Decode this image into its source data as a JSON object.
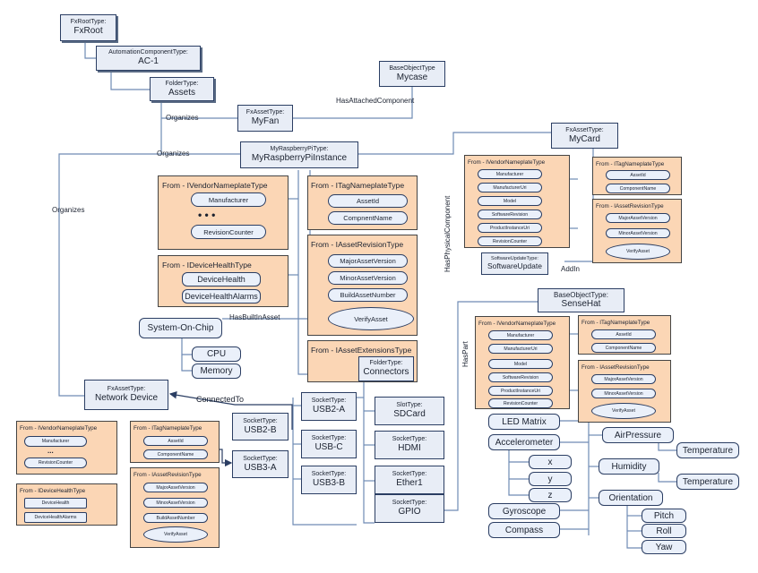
{
  "nodes": {
    "fxroot": {
      "type": "FxRootType:",
      "name": "FxRoot"
    },
    "ac1": {
      "type": "AutomationComponentType:",
      "name": "AC-1"
    },
    "assets": {
      "type": "FolderType:",
      "name": "Assets"
    },
    "mycase": {
      "type": "BaseObjectType",
      "name": "Mycase"
    },
    "myfan": {
      "type": "FxAssetType:",
      "name": "MyFan"
    },
    "mypi": {
      "type": "MyRaspberryPiType:",
      "name": "MyRaspberryPiInstance"
    },
    "mycard": {
      "type": "FxAssetType:",
      "name": "MyCard"
    },
    "softupdate": {
      "type": "SoftwareUpdateType:",
      "name": "SoftwareUpdate"
    },
    "sensehat": {
      "type": "BaseObjectType:",
      "name": "SenseHat"
    },
    "netdevice": {
      "type": "FxAssetType:",
      "name": "Network Device"
    },
    "connectors": {
      "type": "FolderType:",
      "name": "Connectors"
    },
    "usb2a": {
      "type": "SocketType:",
      "name": "USB2-A"
    },
    "usb2b": {
      "type": "SocketType:",
      "name": "USB2-B"
    },
    "usbc": {
      "type": "SocketType:",
      "name": "USB-C"
    },
    "usb3a": {
      "type": "SocketType:",
      "name": "USB3-A"
    },
    "usb3b": {
      "type": "SocketType:",
      "name": "USB3-B"
    },
    "sdcard": {
      "type": "SlotType:",
      "name": "SDCard"
    },
    "hdmi": {
      "type": "SocketType:",
      "name": "HDMI"
    },
    "ether1": {
      "type": "SocketType:",
      "name": "Ether1"
    },
    "gpio": {
      "type": "SocketType:",
      "name": "GPIO"
    }
  },
  "groups": {
    "pi_vendor": {
      "title": "From - IVendorNameplateType",
      "items": [
        "Manufacturer",
        "RevisionCounter"
      ],
      "dots": "• • •"
    },
    "pi_tag": {
      "title": "From - ITagNameplateType",
      "items": [
        "AssetId",
        "CompnentName"
      ]
    },
    "pi_rev": {
      "title": "From - IAssetRevisionType",
      "items": [
        "MajorAssetVersion",
        "MinorAssetVersion",
        "BuildAssetNumber"
      ],
      "method": "VerifyAsset"
    },
    "pi_health": {
      "title": "From - IDeviceHealthType",
      "items": [
        "DeviceHealth",
        "DeviceHealthAlarms"
      ]
    },
    "pi_ext": {
      "title": "From - IAssetExtensionsType"
    },
    "card_vendor": {
      "title": "From - IVendorNameplateType",
      "items": [
        "Manufacturer",
        "ManufacturerUri",
        "Model",
        "SoftwareRevision",
        "ProductInstanceUri",
        "RevisionCounter"
      ]
    },
    "card_tag": {
      "title": "From - ITagNameplateType",
      "items": [
        "AssetId",
        "ComponentName"
      ]
    },
    "card_rev": {
      "title": "From - IAssetRevisionType",
      "items": [
        "MajorAssetVersion",
        "MinorAssetVersion"
      ],
      "method": "VerifyAsset"
    },
    "hat_vendor": {
      "title": "From - IVendorNameplateType",
      "items": [
        "Manufacturer",
        "ManufacturerUri",
        "Model",
        "SoftwareRevision",
        "ProductInstanceUri",
        "RevisionCounter"
      ]
    },
    "hat_tag": {
      "title": "From - ITagNameplateType",
      "items": [
        "AssetId",
        "ComponentName"
      ]
    },
    "hat_rev": {
      "title": "From - IAssetRevisionType",
      "items": [
        "MajorAssetVersion",
        "MinorAssetVersion"
      ],
      "method": "VerifyAsset"
    },
    "nd_vendor": {
      "title": "From - IVendorNameplateType",
      "items": [
        "Manufacturer",
        "RevisionCounter"
      ],
      "dots": "..."
    },
    "nd_tag": {
      "title": "From - ITagNameplateType",
      "items": [
        "AssetId",
        "ComponentName"
      ]
    },
    "nd_rev": {
      "title": "From - IAssetRevisionType",
      "items": [
        "MajorAssetVersion",
        "MinorAssetVersion",
        "BuildAssetNumber"
      ],
      "method": "VerifyAsset"
    },
    "nd_health": {
      "title": "From - IDeviceHealthType",
      "items": [
        "DeviceHealth",
        "DeviceHealthAlarms"
      ]
    }
  },
  "soc": {
    "name": "System-On-Chip",
    "items": [
      "CPU",
      "Memory"
    ]
  },
  "sensors": {
    "ledmatrix": "LED Matrix",
    "accelerometer": "Accelerometer",
    "accel_axes": [
      "x",
      "y",
      "z"
    ],
    "gyroscope": "Gyroscope",
    "compass": "Compass",
    "airpressure": "AirPressure",
    "humidity": "Humidity",
    "temperature": "Temperature",
    "orientation": "Orientation",
    "orient_axes": [
      "Pitch",
      "Roll",
      "Yaw"
    ]
  },
  "relations": {
    "organizes": "Organizes",
    "has_attached": "HasAttachedComponent",
    "has_physical": "HasPhysicalComponent",
    "has_builtin": "HasBuiltInAsset",
    "connected_to": "ConnectedTo",
    "has_part": "HasPart",
    "add_in": "AddIn"
  }
}
